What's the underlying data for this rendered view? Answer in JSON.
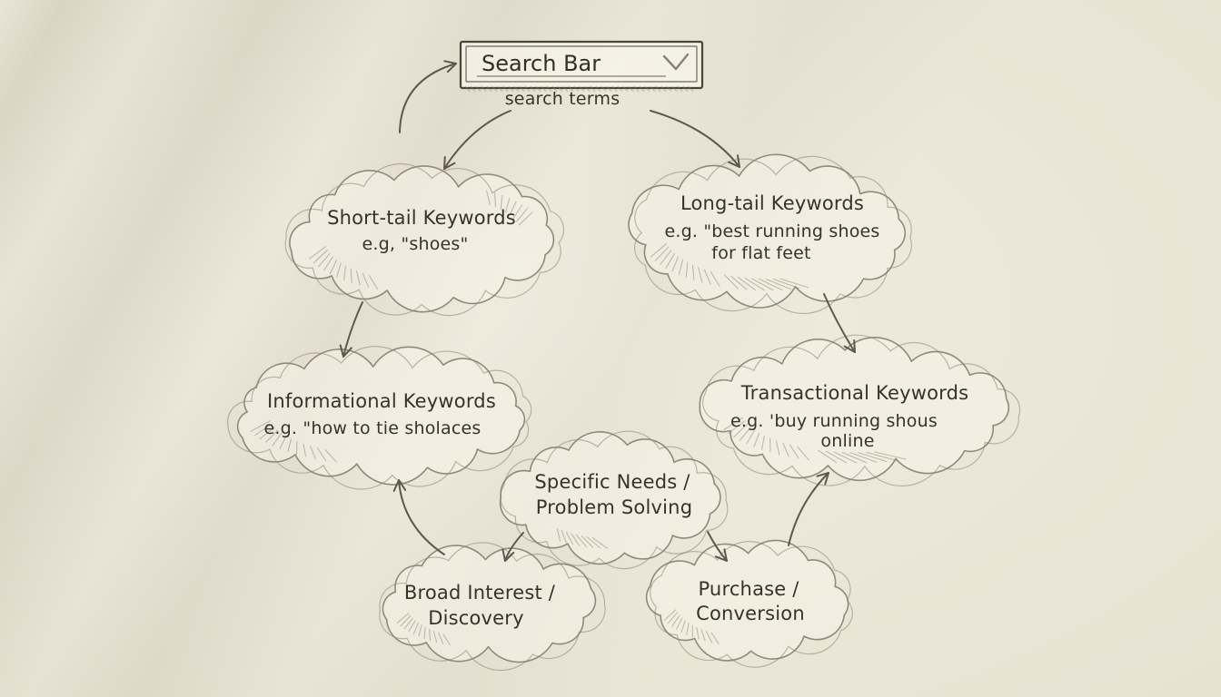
{
  "colors": {
    "paper": "#ece7d8",
    "ink": "#38332a",
    "pencil": "#8d8474",
    "arrow": "#5f584b",
    "box_border": "#4a4439"
  },
  "search_bar": {
    "label": "Search Bar",
    "caption": "search terms",
    "dropdown_icon": "chevron-down"
  },
  "nodes": {
    "short_tail": {
      "title": "Short-tail Keywords",
      "sub1": "e.g, \"shoes\""
    },
    "long_tail": {
      "title": "Long-tail Keywords",
      "sub1": "e.g. \"best running shoes",
      "sub2": "for flat feet"
    },
    "informational": {
      "title": "Informational Keywords",
      "sub1": "e.g. \"how to tie sholaces"
    },
    "transactional": {
      "title": "Transactional Keywords",
      "sub1": "e.g. 'buy running shous",
      "sub2": "online"
    },
    "specific_needs": {
      "title": "Specific Needs /",
      "sub1": "Problem Solving"
    },
    "broad_interest": {
      "title": "Broad Interest /",
      "sub1": "Discovery"
    },
    "purchase": {
      "title": "Purchase /",
      "sub1": "Conversion"
    }
  },
  "edges": [
    {
      "from": null,
      "to": "search_bar"
    },
    {
      "from": "search_bar",
      "to": "short_tail"
    },
    {
      "from": "search_bar",
      "to": "long_tail"
    },
    {
      "from": "short_tail",
      "to": "informational"
    },
    {
      "from": "long_tail",
      "to": "transactional"
    },
    {
      "from": "specific_needs",
      "to": "broad_interest"
    },
    {
      "from": "specific_needs",
      "to": "purchase"
    },
    {
      "from": "broad_interest",
      "to": "informational"
    },
    {
      "from": "purchase",
      "to": "transactional"
    }
  ]
}
